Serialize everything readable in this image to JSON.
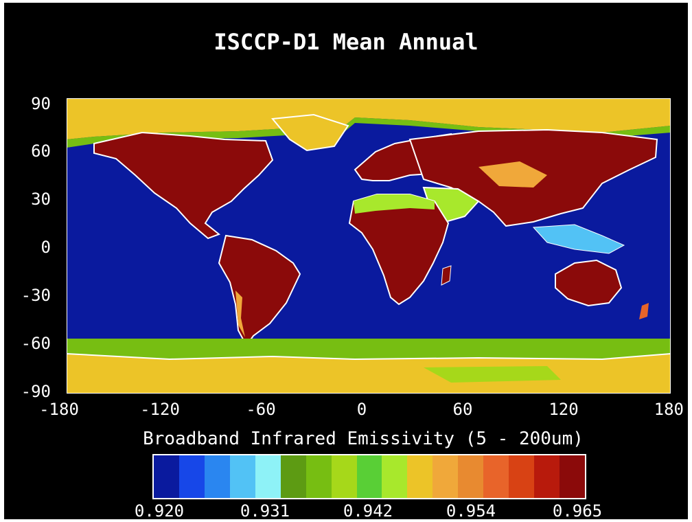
{
  "title": "ISCCP-D1 Mean Annual",
  "colorbar_label": "Broadband Infrared Emissivity (5 - 200um)",
  "y_ticks": [
    "90",
    "60",
    "30",
    "0",
    "-30",
    "-60",
    "-90"
  ],
  "x_ticks": [
    "-180",
    "-120",
    "-60",
    "0",
    "60",
    "120",
    "180"
  ],
  "colorbar_ticks": [
    "0.920",
    "0.931",
    "0.942",
    "0.954",
    "0.965"
  ],
  "palette": [
    "#0a1a9e",
    "#1747e8",
    "#2a86f0",
    "#52c2f5",
    "#8ef2f7",
    "#5d9b13",
    "#77be12",
    "#a6d81a",
    "#59cf36",
    "#a8e82c",
    "#ecc428",
    "#f0a83a",
    "#e88a30",
    "#e8642a",
    "#d84214",
    "#b81a0c",
    "#8b0a0a"
  ],
  "colors": {
    "background": "#000000",
    "ocean": "#0a1a9e",
    "land_hot": "#8b0a0a",
    "polar_ice": "#ecc428",
    "coastline": "#ffffff"
  },
  "map": {
    "projection": "equirectangular",
    "lon_range": [
      -180,
      180
    ],
    "lat_range": [
      -90,
      90
    ]
  }
}
